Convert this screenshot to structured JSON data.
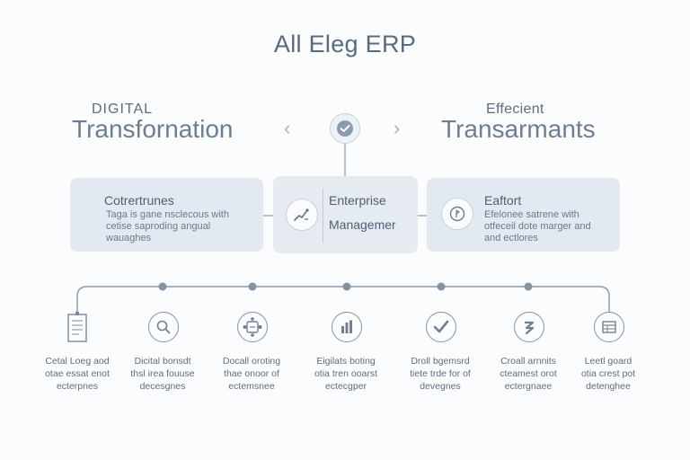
{
  "title": "All Eleg ERP",
  "left_header": {
    "pre": "DIGITAL",
    "main": "Transfornation"
  },
  "right_header": {
    "pre": "Effecient",
    "main": "Transarmants"
  },
  "nav": {
    "left_arrow": "‹",
    "right_arrow": "›",
    "center_icon": "check-icon"
  },
  "cards": {
    "left": {
      "title": "Cotrertrunes",
      "lines": [
        "Taga is gane nsclecous with",
        "cetise saproding angual",
        "wauaghes"
      ]
    },
    "center": {
      "title_line1": "Enterprise",
      "title_line2": "Managemer",
      "icon": "chart-wand-icon"
    },
    "right": {
      "title": "Eaftort",
      "lines": [
        "Efelonee satrene with",
        "otfeceil dote marger and",
        "and ectlores"
      ],
      "icon": "target-icon"
    }
  },
  "nodes": [
    {
      "icon": "document-icon",
      "lines": [
        "Cetal Loeg aod",
        "otae essat enot",
        "ecterpnes"
      ]
    },
    {
      "icon": "search-icon",
      "lines": [
        "Dicital bonsdt",
        "thsl irea fouuse",
        "decesgnes"
      ]
    },
    {
      "icon": "network-icon",
      "lines": [
        "Docall oroting",
        "thae onoor of",
        "ectemsnee"
      ]
    },
    {
      "icon": "bar-chart-icon",
      "lines": [
        "Eigilats boting",
        "otia tren ooarst",
        "ectecgper"
      ]
    },
    {
      "icon": "check-shield-icon",
      "lines": [
        "Droll bgemsrd",
        "tiete trde for of",
        "devegnes"
      ]
    },
    {
      "icon": "process-icon",
      "lines": [
        "Croall arnnits",
        "cteamest orot",
        "ectergnaee"
      ]
    },
    {
      "icon": "table-icon",
      "lines": [
        "Leetl goard",
        "otia crest pot",
        "detenghee"
      ]
    }
  ],
  "colors": {
    "card_bg": "#e3e9f0",
    "line": "#8a9aac",
    "text": "#4a5a6e"
  }
}
